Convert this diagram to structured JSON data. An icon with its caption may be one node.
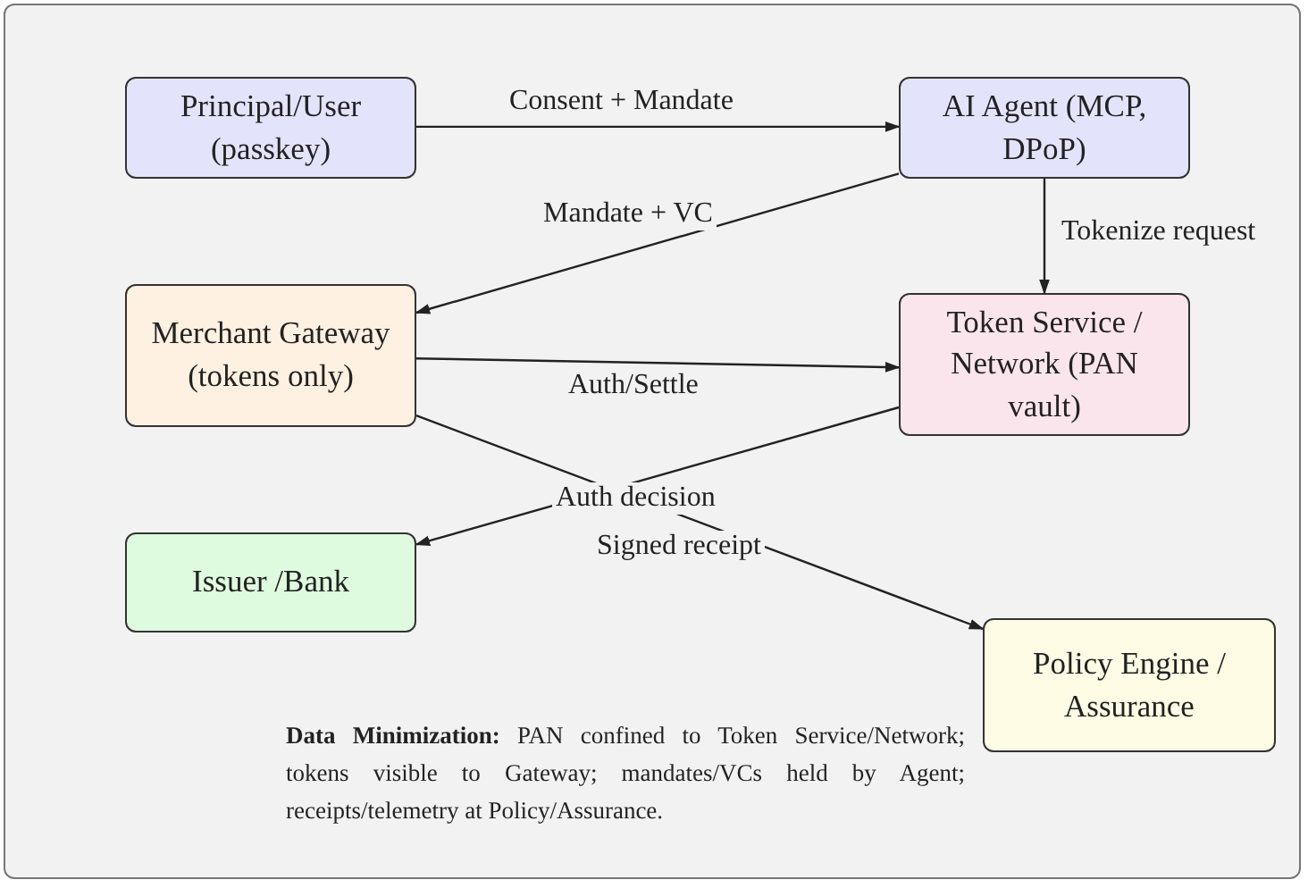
{
  "diagram": {
    "nodes": [
      {
        "text": [
          "Principal/User (passkey)"
        ]
      },
      {
        "text": [
          "AI Agent (MCP, DPoP)"
        ]
      },
      {
        "text": [
          "Merchant Gateway (tokens only)"
        ]
      },
      {
        "text": [
          "Token Service / Network (PAN vault)"
        ]
      },
      {
        "text": [
          "Issuer /Bank"
        ]
      },
      {
        "text": [
          "Policy Engine / Assurance"
        ]
      }
    ],
    "edges": [
      {
        "from": 0,
        "to": 1,
        "arrow": "to",
        "label": "Consent + Mandate"
      },
      {
        "from": 1,
        "to": 2,
        "arrow": "to",
        "label": "Mandate + VC"
      },
      {
        "from": 1,
        "to": 3,
        "arrow": "to",
        "label": "Tokenize request"
      },
      {
        "from": 2,
        "to": 3,
        "arrow": "to",
        "label": "Auth/Settle"
      },
      {
        "from": 3,
        "to": 4,
        "arrow": "to",
        "label": "Auth decision"
      },
      {
        "from": 2,
        "to": 5,
        "arrow": "to",
        "label": "Signed receipt"
      }
    ],
    "labels": [
      "**Data Minimization:** PAN confined to Token Service/Network; tokens visible to Gateway; mandates/VCs held by Agent; receipts/telemetry at Policy/Assurance."
    ]
  }
}
